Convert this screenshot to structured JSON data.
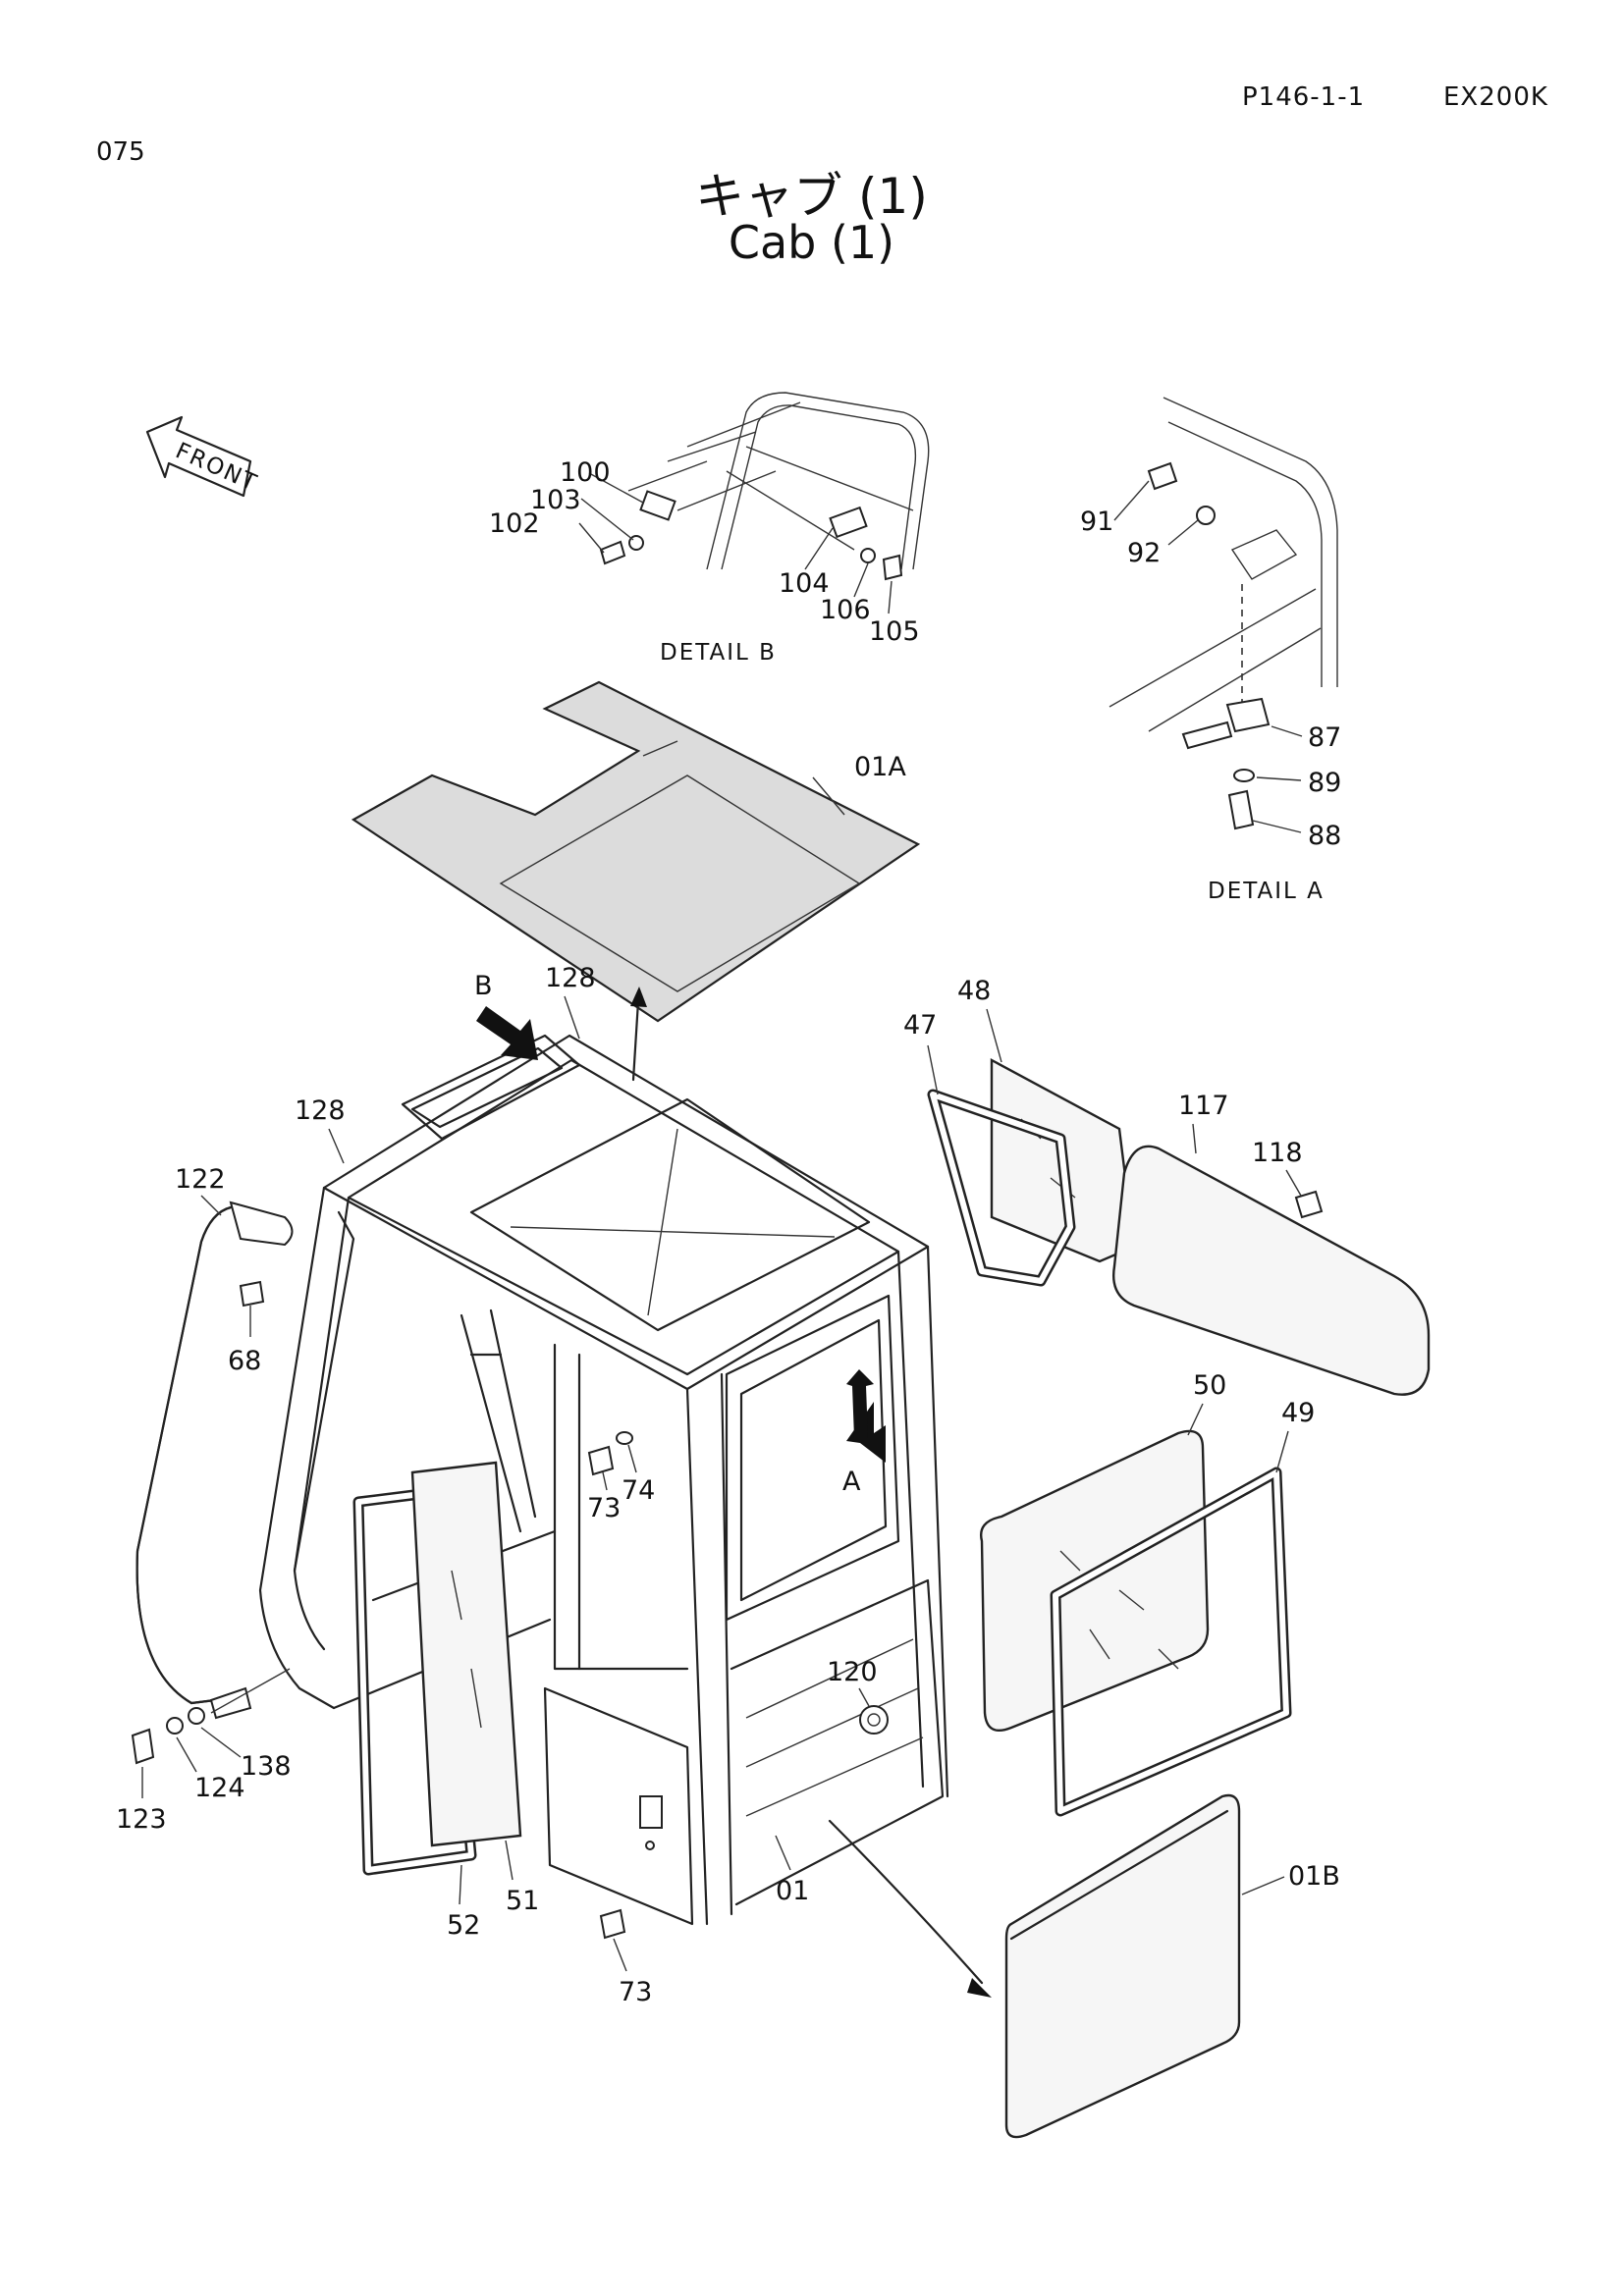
{
  "header": {
    "ref_code": "P146-1-1",
    "model": "EX200K",
    "page_number": "075",
    "title_jp": "キャブ (1)",
    "title_en": "Cab (1)"
  },
  "front_label": "FRONT",
  "detail_labels": {
    "detail_b": "DETAIL B",
    "detail_a": "DETAIL A",
    "arrow_b": "B",
    "arrow_a": "A"
  },
  "callouts": {
    "p100": "100",
    "p103": "103",
    "p102": "102",
    "p104": "104",
    "p106": "106",
    "p105": "105",
    "p91": "91",
    "p92": "92",
    "p87": "87",
    "p89": "89",
    "p88": "88",
    "p01a": "01A",
    "p128a": "128",
    "p128b": "128",
    "p48": "48",
    "p47": "47",
    "p117": "117",
    "p118": "118",
    "p122": "122",
    "p68": "68",
    "p50": "50",
    "p49": "49",
    "p73a": "73",
    "p74": "74",
    "p120": "120",
    "p123": "123",
    "p124": "124",
    "p138": "138",
    "p52": "52",
    "p51": "51",
    "p73b": "73",
    "p01": "01",
    "p01b": "01B"
  }
}
